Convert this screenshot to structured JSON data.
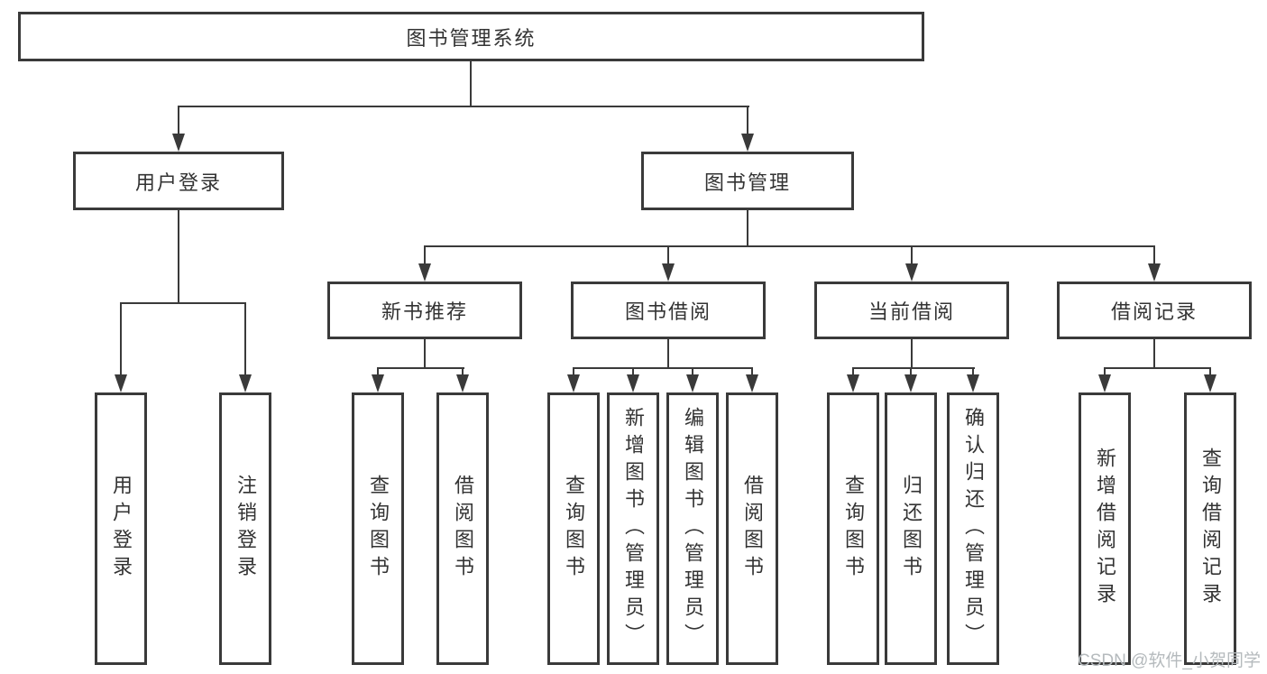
{
  "diagram": {
    "root": {
      "label": "图书管理系统"
    },
    "branches": [
      {
        "label": "用户登录",
        "children": [
          {
            "label": "用户登录"
          },
          {
            "label": "注销登录"
          }
        ]
      },
      {
        "label": "图书管理",
        "children": [
          {
            "label": "新书推荐",
            "children": [
              {
                "label": "查询图书"
              },
              {
                "label": "借阅图书"
              }
            ]
          },
          {
            "label": "图书借阅",
            "children": [
              {
                "label": "查询图书"
              },
              {
                "label": "新增图书（管理员）"
              },
              {
                "label": "编辑图书（管理员）"
              },
              {
                "label": "借阅图书"
              }
            ]
          },
          {
            "label": "当前借阅",
            "children": [
              {
                "label": "查询图书"
              },
              {
                "label": "归还图书"
              },
              {
                "label": "确认归还（管理员）"
              }
            ]
          },
          {
            "label": "借阅记录",
            "children": [
              {
                "label": "新增借阅记录"
              },
              {
                "label": "查询借阅记录"
              }
            ]
          }
        ]
      }
    ]
  },
  "watermark": {
    "text": "CSDN @软件_小贺同学"
  },
  "colors": {
    "line": "#3a3a3a",
    "text": "#333333",
    "watermark": "#b5babd",
    "background": "#ffffff"
  }
}
